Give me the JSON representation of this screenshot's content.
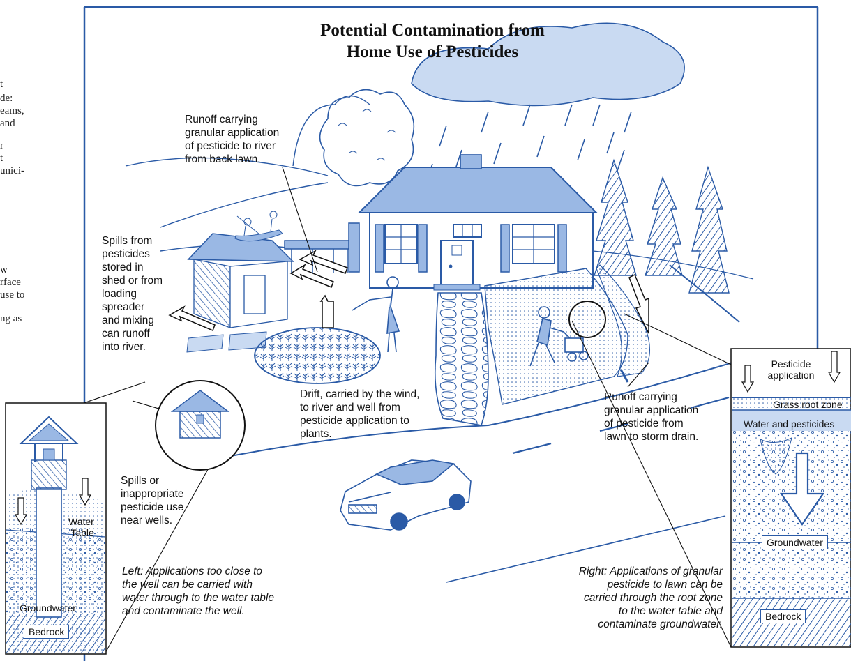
{
  "title": {
    "line1": "Potential Contamination from",
    "line2": "Home Use of Pesticides"
  },
  "margin_fragments": [
    "t",
    "de:",
    "eams,",
    "and",
    "r",
    "t",
    "unici-",
    "w",
    "rface",
    "use to",
    "ng as"
  ],
  "callouts": {
    "runoff_back_lawn": [
      "Runoff carrying",
      "granular application",
      "of pesticide to river",
      "from back lawn."
    ],
    "spills_shed": [
      "Spills from",
      "pesticides",
      "stored in",
      "shed or from",
      "loading",
      "spreader",
      "and mixing",
      "can runoff",
      "into river."
    ],
    "drift": [
      "Drift, carried by the wind,",
      "to river and well from",
      "pesticide application to",
      "plants."
    ],
    "runoff_storm_drain": [
      "Runoff carrying",
      "granular application",
      "of pesticide from",
      "lawn to storm drain."
    ],
    "spills_wells": [
      "Spills or",
      "inappropriate",
      "pesticide use",
      "near wells."
    ],
    "left_caption": [
      "Left:  Applications too close to",
      "the well can be carried with",
      "water through to the water table",
      "and contaminate the well."
    ],
    "right_caption": [
      "Right: Applications of granular",
      "pesticide to lawn can be",
      "carried through the root zone",
      "to the water table and",
      "contaminate groundwater."
    ]
  },
  "left_inset": {
    "water_table": [
      "Water",
      "Table"
    ],
    "groundwater": "Groundwater",
    "bedrock": "Bedrock"
  },
  "right_inset": {
    "pesticide_application": [
      "Pesticide",
      "application"
    ],
    "grass_root_zone": "Grass root zone",
    "water_and_pesticides": "Water and pesticides",
    "groundwater": "Groundwater",
    "bedrock": "Bedrock"
  },
  "colors": {
    "line": "#2a5aa6",
    "fill": "#9ab8e4",
    "fill_light": "#c9daf2",
    "text": "#111111"
  }
}
